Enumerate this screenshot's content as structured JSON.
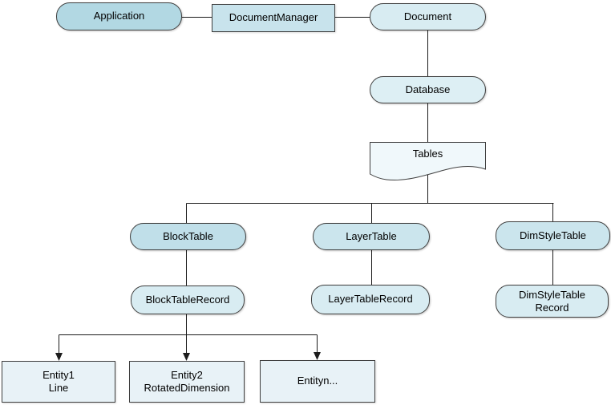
{
  "diagram": {
    "description": "Object hierarchy diagram: Application / Document / Database tables tree"
  },
  "nodes": {
    "application": {
      "label": "Application",
      "shape": "stadium"
    },
    "document_manager": {
      "label": "DocumentManager",
      "shape": "rectangle"
    },
    "document": {
      "label": "Document",
      "shape": "stadium"
    },
    "database": {
      "label": "Database",
      "shape": "stadium"
    },
    "tables": {
      "label": "Tables",
      "shape": "document"
    },
    "block_table": {
      "label": "BlockTable",
      "shape": "stadium"
    },
    "layer_table": {
      "label": "LayerTable",
      "shape": "stadium"
    },
    "dim_style_table": {
      "label": "DimStyleTable",
      "shape": "stadium"
    },
    "block_table_record": {
      "label": "BlockTableRecord",
      "shape": "stadium"
    },
    "layer_table_record": {
      "label": "LayerTableRecord",
      "shape": "stadium"
    },
    "dim_style_table_record": {
      "line1": "DimStyleTable",
      "line2": "Record",
      "shape": "stadium"
    },
    "entity1": {
      "line1": "Entity1",
      "line2": "Line",
      "shape": "rectangle"
    },
    "entity2": {
      "line1": "Entity2",
      "line2": "RotatedDimension",
      "shape": "rectangle"
    },
    "entityn": {
      "label": "Entityn...",
      "shape": "rectangle"
    }
  },
  "edges": [
    {
      "from": "Application",
      "to": "DocumentManager",
      "arrow": false
    },
    {
      "from": "DocumentManager",
      "to": "Document",
      "arrow": false
    },
    {
      "from": "Document",
      "to": "Database",
      "arrow": false
    },
    {
      "from": "Database",
      "to": "Tables",
      "arrow": false
    },
    {
      "from": "Tables",
      "to": "BlockTable",
      "arrow": false
    },
    {
      "from": "Tables",
      "to": "LayerTable",
      "arrow": false
    },
    {
      "from": "Tables",
      "to": "DimStyleTable",
      "arrow": false
    },
    {
      "from": "BlockTable",
      "to": "BlockTableRecord",
      "arrow": false
    },
    {
      "from": "LayerTable",
      "to": "LayerTableRecord",
      "arrow": false
    },
    {
      "from": "DimStyleTable",
      "to": "DimStyleTableRecord",
      "arrow": false
    },
    {
      "from": "BlockTableRecord",
      "to": "Entity1 Line",
      "arrow": true
    },
    {
      "from": "BlockTableRecord",
      "to": "Entity2 RotatedDimension",
      "arrow": true
    },
    {
      "from": "BlockTableRecord",
      "to": "Entityn...",
      "arrow": true
    }
  ],
  "colors": {
    "fill_application": "#b2d8e3",
    "fill_document_manager": "#c8e3ec",
    "fill_document": "#d8ecf2",
    "fill_database": "#ddeff4",
    "fill_tables": "#f0f8fb",
    "fill_block_table": "#c0dfe9",
    "fill_layer_table": "#cbe5ed",
    "fill_record": "#d8ecf2",
    "fill_entity": "#e8f2f7",
    "border_color": "#3f3f3f",
    "line_color": "#1c1c1c"
  }
}
